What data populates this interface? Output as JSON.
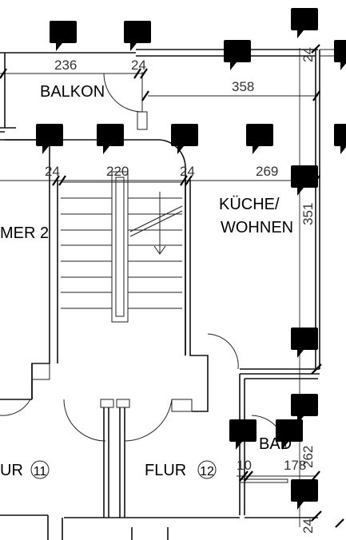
{
  "rooms": {
    "balkon": "BALKON",
    "kueche_line1": "KÜCHE/",
    "kueche_line2": "WOHNEN",
    "zimmer2": "MER 2",
    "flur11": "UR",
    "flur11_num": "11",
    "flur12": "FLUR",
    "flur12_num": "12",
    "bad": "BAD"
  },
  "dimensions": {
    "d236": "236",
    "d24_top": "24",
    "d358": "358",
    "d24_right_top": "24",
    "d24_left": "24",
    "d220": "220",
    "d24_mid": "24",
    "d269": "269",
    "d351": "351",
    "d10": "10",
    "d178": "178",
    "d262": "262",
    "d24_bottom": "24"
  },
  "colors": {
    "note_fill": "#ffff33",
    "line": "#111111"
  }
}
